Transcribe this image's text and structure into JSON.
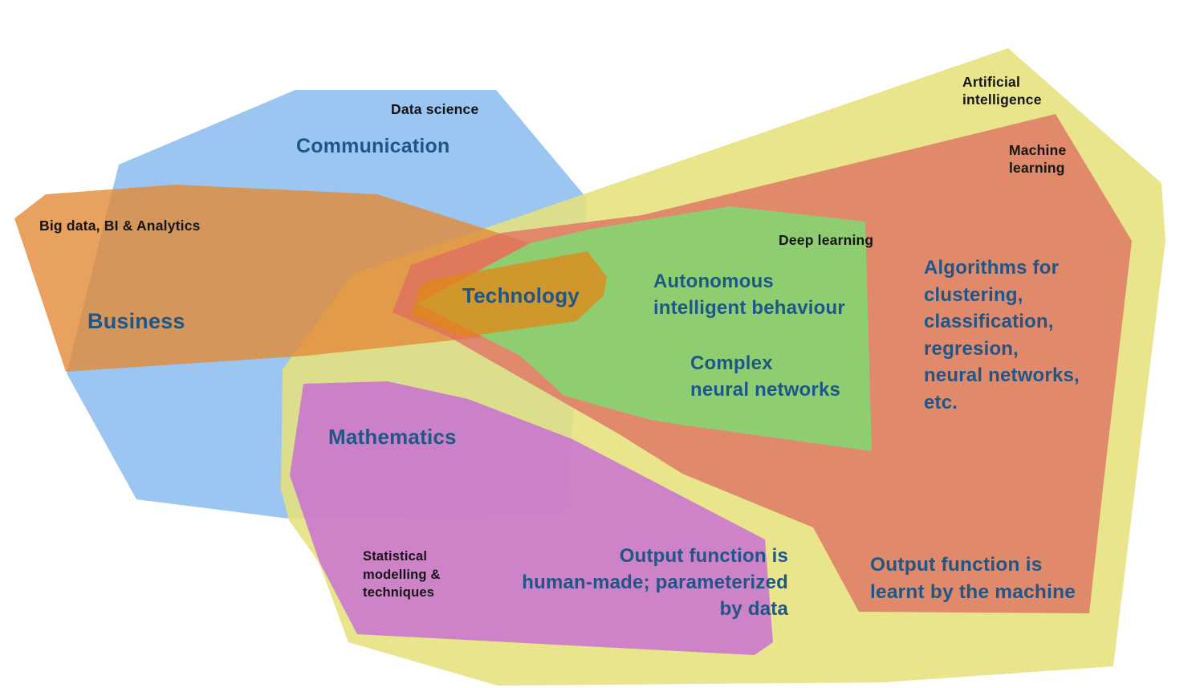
{
  "diagram_type": "venn-overlap-infographic",
  "colors": {
    "background": "#ffffff",
    "label_navy": "#1e5787",
    "label_black": "#141414",
    "data_science_blue": "#9AC6F1",
    "artificial_intelligence_yellow": "rgba(230,225,125,0.88)",
    "business_orange": "rgba(228,138,55,0.8)",
    "machine_learning_red": "rgba(223,112,97,0.78)",
    "deep_learning_green": "#8FCE70",
    "technology_orange": "rgba(226,136,25,0.78)",
    "mathematics_purple": "rgba(200,110,210,0.83)"
  },
  "regions": [
    {
      "id": "data-science",
      "label": "Data science"
    },
    {
      "id": "artificial-intelligence",
      "label": "Artificial intelligence"
    },
    {
      "id": "business",
      "label": "Business"
    },
    {
      "id": "machine-learning",
      "label": "Machine learning"
    },
    {
      "id": "deep-learning",
      "label": "Deep learning"
    },
    {
      "id": "technology",
      "label": "Technology"
    },
    {
      "id": "mathematics",
      "label": "Mathematics"
    }
  ],
  "labels": {
    "data_science": "Data science",
    "communication": "Communication",
    "big_data": "Big data, BI & Analytics",
    "business": "Business",
    "technology": "Technology",
    "deep_learning": "Deep learning",
    "autonomous": [
      "Autonomous",
      "intelligent behaviour"
    ],
    "complex": [
      "Complex",
      "neural networks"
    ],
    "artificial_intelligence": [
      "Artificial",
      "intelligence"
    ],
    "machine_learning": [
      "Machine",
      "learning"
    ],
    "algorithms": [
      "Algorithms for",
      "clustering,",
      "classification,",
      "regresion,",
      "neural networks,",
      "etc."
    ],
    "mathematics": "Mathematics",
    "statistical": [
      "Statistical",
      "modelling &",
      "techniques"
    ],
    "output_human": [
      "Output function is",
      "human-made; parameterized",
      "by data"
    ],
    "output_machine": [
      "Output function is",
      "learnt by the machine"
    ]
  }
}
